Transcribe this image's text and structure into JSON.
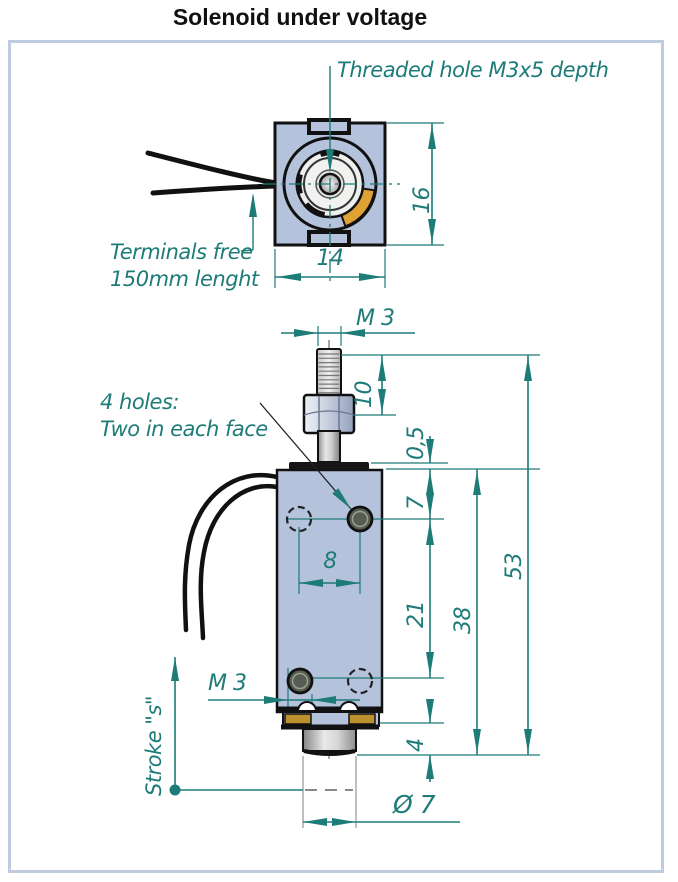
{
  "title": "Solenoid under voltage",
  "colors": {
    "accent_teal": "#1d7b78",
    "body_blue": "#b5c2db",
    "wedge_orange": "#dfa233",
    "flange_gold": "#bb9130",
    "frame_border": "#bfcbdf"
  },
  "labels": {
    "threaded_hole": "Threaded hole M3x5 depth",
    "terminals_line1": "Terminals free",
    "terminals_line2": "150mm lenght",
    "holes_line1": "4 holes:",
    "holes_line2": "Two in each face",
    "stroke": "Stroke \"s\""
  },
  "dimensions": {
    "top_view_width": "14",
    "top_view_height": "16",
    "thread_size_top": "M 3",
    "exposed_thread_length": "10",
    "washer_thickness": "0,5",
    "top_to_upper_holes": "7",
    "hole_spacing": "8",
    "upper_to_lower_holes": "21",
    "body_length": "38",
    "overall_length": "53",
    "flange_plunger_height": "4",
    "plunger_diameter": "Ø 7",
    "thread_size_lower_holes": "M 3"
  }
}
